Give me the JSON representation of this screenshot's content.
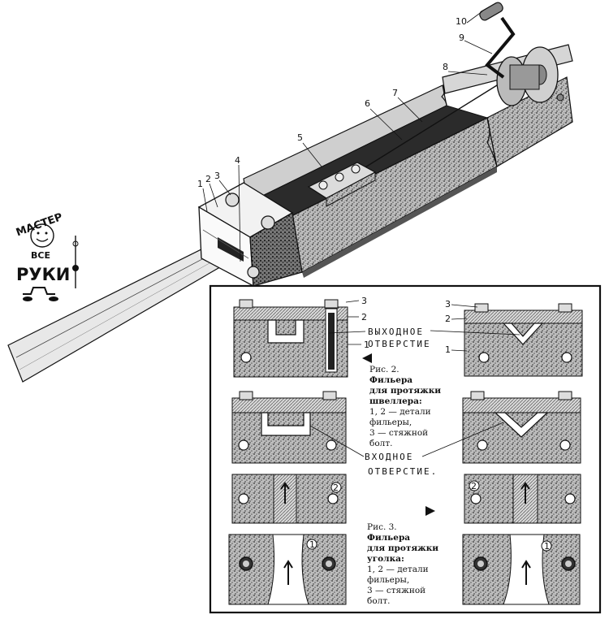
{
  "callouts": [
    "1",
    "2",
    "3",
    "4",
    "5",
    "6",
    "7",
    "8",
    "9",
    "10"
  ],
  "inset_callouts": {
    "a3": "3",
    "a2": "2",
    "a1": "1",
    "b3": "3",
    "b2": "2",
    "b1": "1",
    "c2": "2",
    "d2": "2",
    "e1": "1",
    "f1": "1"
  },
  "labels": {
    "exit_1": "ВЫХОДНОЕ",
    "exit_2": "ОТВЕРСТИЕ",
    "entry_1": "ВХОДНОЕ",
    "entry_2": "ОТВЕРСТИЕ."
  },
  "fig2": [
    "Рис. 2.",
    "Фильера",
    "для протяжки",
    "швеллера:",
    "1, 2 — детали",
    "фильеры,",
    "3 — стяжной",
    "болт."
  ],
  "fig3": [
    "Рис. 3.",
    "Фильера",
    "для протяжки",
    "уголка:",
    "1, 2 — детали",
    "фильеры,",
    "3 — стяжной",
    "болт."
  ],
  "logo": {
    "arc": "МАСТЕР",
    "mid": "ВСЕ",
    "bottom": "РУКИ"
  }
}
